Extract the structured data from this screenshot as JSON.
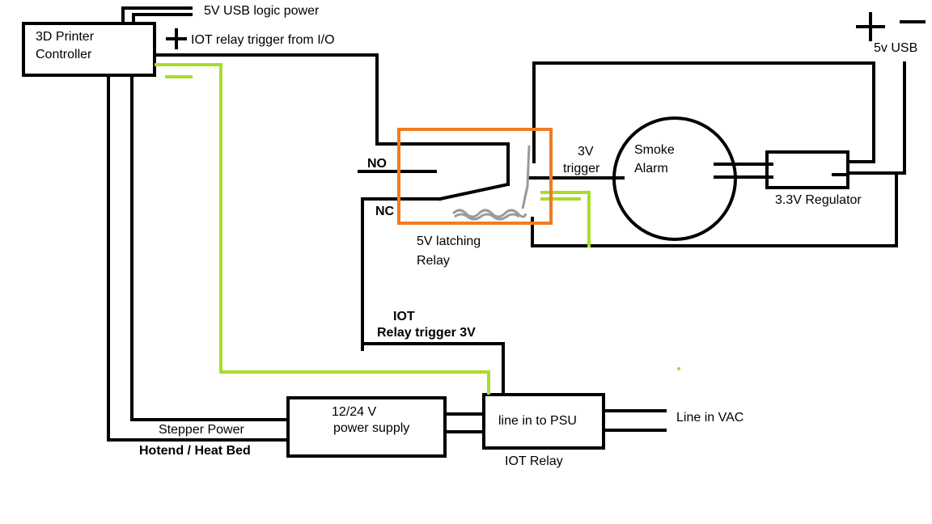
{
  "labels": {
    "usb_logic_power": "5V USB logic power",
    "iot_trigger_io": "IOT relay trigger from I/O",
    "usb_5v": "5v USB",
    "controller_line1": "3D Printer",
    "controller_line2": "Controller",
    "no": "NO",
    "nc": "NC",
    "trigger_3v_line1": "3V",
    "trigger_3v_line2": "trigger",
    "smoke_line1": "Smoke",
    "smoke_line2": "Alarm",
    "regulator": "3.3V Regulator",
    "latching_line1": "5V latching",
    "latching_line2": "Relay",
    "iot_trigger_line1": "IOT",
    "iot_trigger_line2": "Relay trigger 3V",
    "psu_line1": "12/24 V",
    "psu_line2": "power supply",
    "psu_line_in": "line in to PSU",
    "iot_relay": "IOT Relay",
    "line_in_vac": "Line in  VAC",
    "stepper_power": "Stepper Power",
    "hotend": "Hotend / Heat Bed"
  },
  "colors": {
    "wire": "#000000",
    "relay_box": "#f07c24",
    "ground_wire": "#a8dd2c",
    "coil": "#9a9a9a"
  }
}
